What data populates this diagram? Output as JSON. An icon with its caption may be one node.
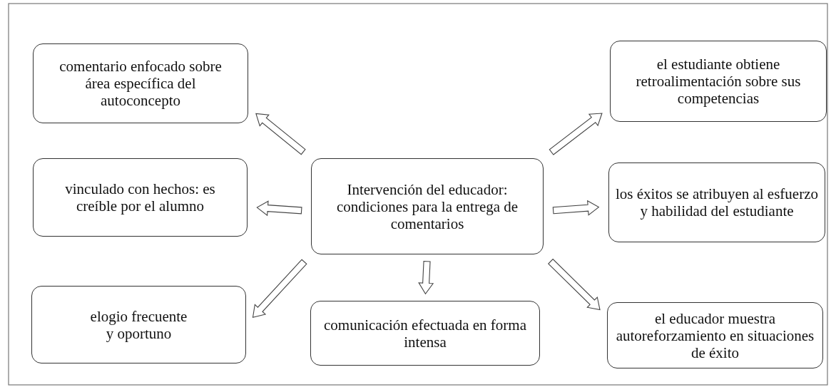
{
  "diagram": {
    "nodes": [
      {
        "text": [
          "Intervención del educador: condiciones para la entrega de comentarios"
        ]
      },
      {
        "text": [
          "comentario enfocado sobre área específica del autoconcepto"
        ]
      },
      {
        "text": [
          "el estudiante obtiene retroalimentación sobre sus competencias"
        ]
      },
      {
        "text": [
          "vinculado con hechos: es creíble por el alumno"
        ]
      },
      {
        "text": [
          "los éxitos se atribuyen al esfuerzo y habilidad del estudiante"
        ]
      },
      {
        "text": [
          "elogio frecuente y oportuno"
        ]
      },
      {
        "text": [
          "comunicación efectuada en forma intensa"
        ]
      },
      {
        "text": [
          "el educador muestra autoreforzamiento en situaciones de éxito"
        ]
      }
    ],
    "edges": [
      {
        "from": 0,
        "to": 1,
        "arrow": "to"
      },
      {
        "from": 0,
        "to": 2,
        "arrow": "to"
      },
      {
        "from": 0,
        "to": 3,
        "arrow": "to"
      },
      {
        "from": 0,
        "to": 4,
        "arrow": "to"
      },
      {
        "from": 0,
        "to": 5,
        "arrow": "to"
      },
      {
        "from": 0,
        "to": 6,
        "arrow": "to"
      },
      {
        "from": 0,
        "to": 7,
        "arrow": "to"
      }
    ]
  }
}
